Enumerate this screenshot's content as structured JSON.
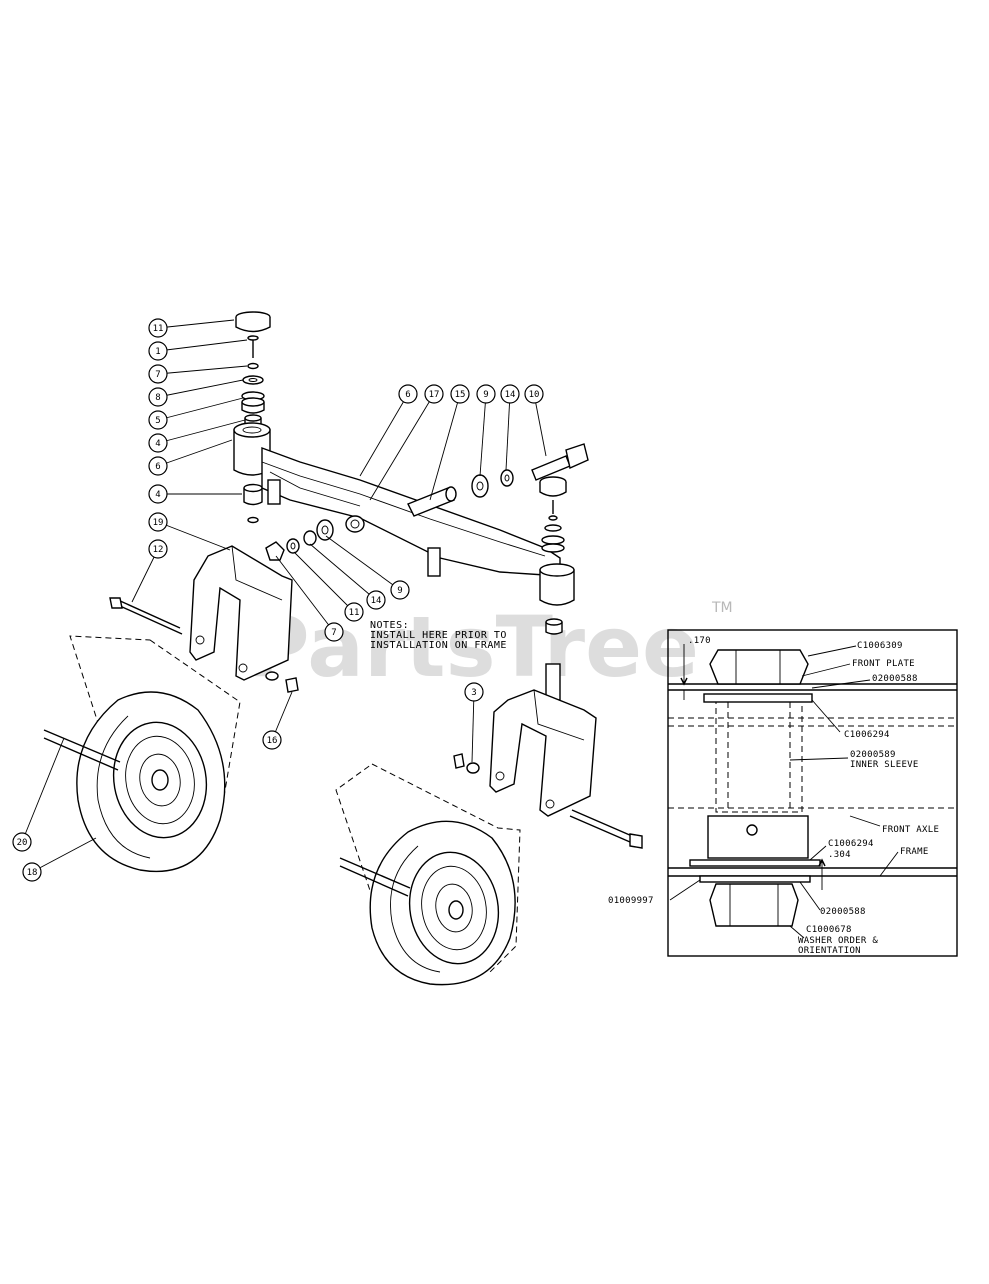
{
  "watermark": {
    "text": "PartsTree",
    "tm": "TM"
  },
  "callouts": [
    {
      "id": "c-11a",
      "label": "11"
    },
    {
      "id": "c-1",
      "label": "1"
    },
    {
      "id": "c-7a",
      "label": "7"
    },
    {
      "id": "c-8a",
      "label": "8"
    },
    {
      "id": "c-5",
      "label": "5"
    },
    {
      "id": "c-4a",
      "label": "4"
    },
    {
      "id": "c-6a",
      "label": "6"
    },
    {
      "id": "c-4b",
      "label": "4"
    },
    {
      "id": "c-19",
      "label": "19"
    },
    {
      "id": "c-12",
      "label": "12"
    },
    {
      "id": "c-6b",
      "label": "6"
    },
    {
      "id": "c-17",
      "label": "17"
    },
    {
      "id": "c-15",
      "label": "15"
    },
    {
      "id": "c-9a",
      "label": "9"
    },
    {
      "id": "c-14a",
      "label": "14"
    },
    {
      "id": "c-10",
      "label": "10"
    },
    {
      "id": "c-9b",
      "label": "9"
    },
    {
      "id": "c-14b",
      "label": "14"
    },
    {
      "id": "c-11b",
      "label": "11"
    },
    {
      "id": "c-7b",
      "label": "7"
    },
    {
      "id": "c-16",
      "label": "16"
    },
    {
      "id": "c-3",
      "label": "3"
    },
    {
      "id": "c-20",
      "label": "20"
    },
    {
      "id": "c-18",
      "label": "18"
    }
  ],
  "note": {
    "line1": "NOTES:",
    "line2": "INSTALL HERE PRIOR TO",
    "line3": "INSTALLATION ON FRAME"
  },
  "detail": {
    "dim_top": ".170",
    "dim_mid": ".304",
    "pn_c01006309": "C1006309",
    "front_plate": "FRONT PLATE",
    "pn_02000588a": "02000588",
    "pn_c1006294a": "C1006294",
    "pn_02000589": "02000589",
    "inner_sleeve": "INNER SLEEVE",
    "front_axle": "FRONT AXLE",
    "pn_c1006294b": "C1006294",
    "frame": "FRAME",
    "pn_01009997": "01009997",
    "pn_02000588b": "02000588",
    "pn_c1000678": "C1000678",
    "washer_order": "WASHER ORDER &",
    "orientation": "ORIENTATION"
  }
}
